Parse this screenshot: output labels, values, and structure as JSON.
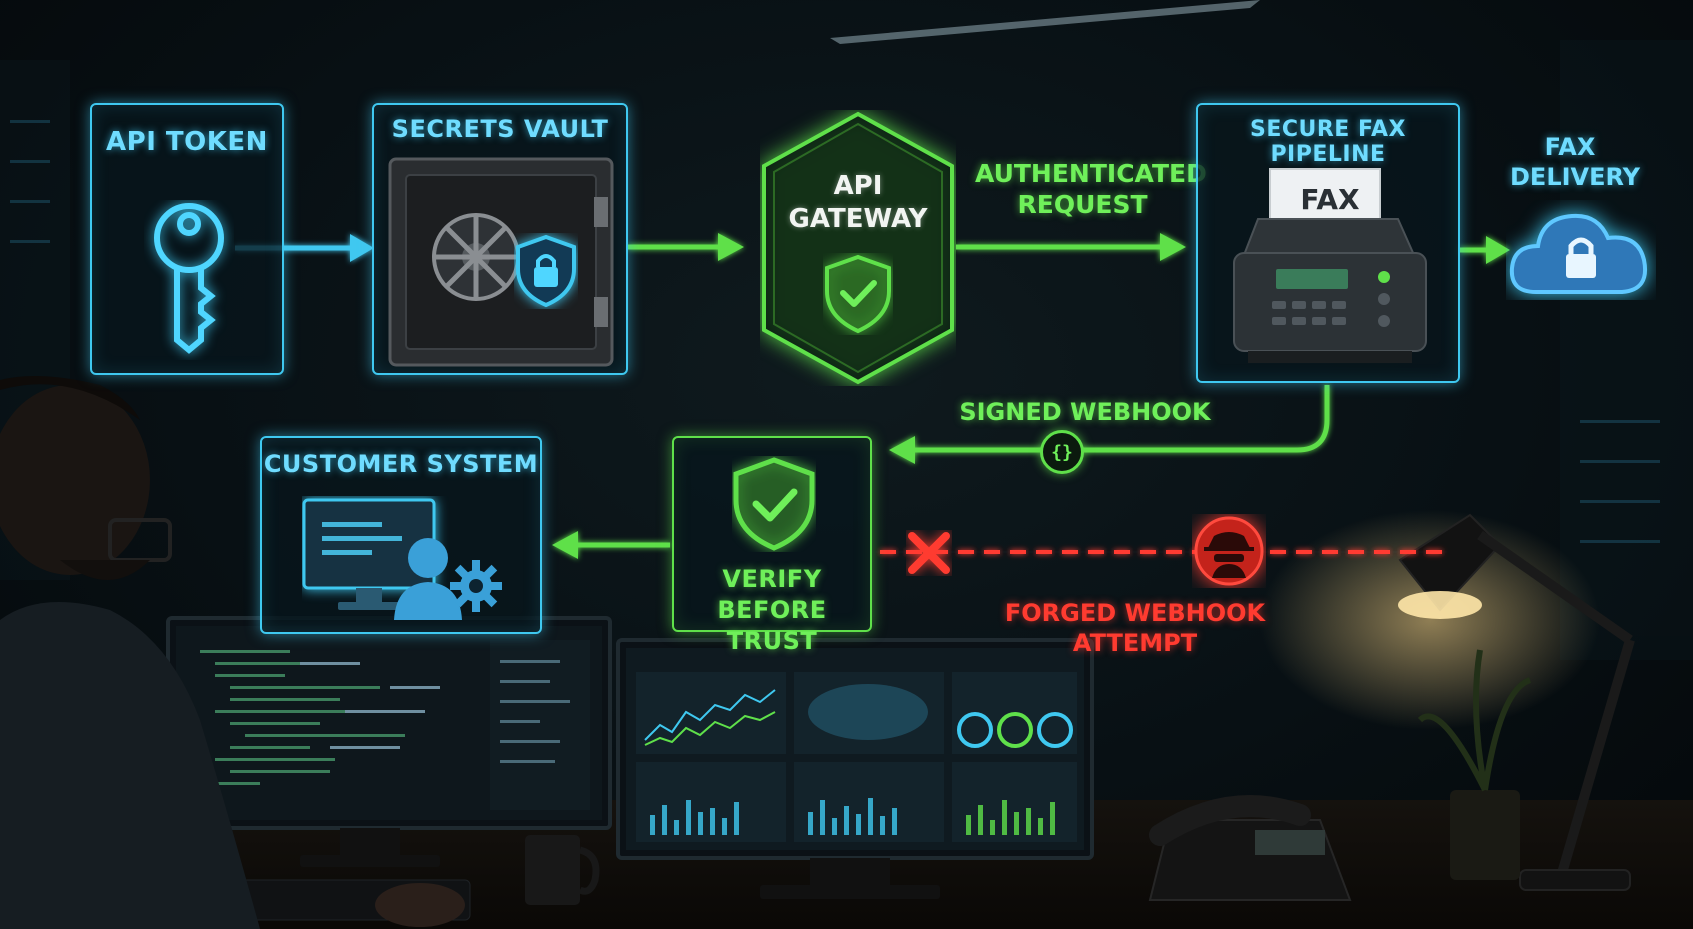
{
  "nodes": {
    "api_token": "API TOKEN",
    "secrets_vault": "SECRETS VAULT",
    "api_gateway_line1": "API",
    "api_gateway_line2": "GATEWAY",
    "secure_fax_pipeline": "SECURE FAX PIPELINE",
    "fax_paper": "FAX",
    "fax_delivery_line1": "FAX",
    "fax_delivery_line2": "DELIVERY",
    "customer_system": "CUSTOMER SYSTEM",
    "verify_line1": "VERIFY",
    "verify_line2": "BEFORE TRUST"
  },
  "edges": {
    "authenticated_request_line1": "AUTHENTICATED",
    "authenticated_request_line2": "REQUEST",
    "signed_webhook": "SIGNED WEBHOOK",
    "webhook_glyph": "{}",
    "forged_webhook_attempt": "FORGED WEBHOOK ATTEMPT"
  },
  "colors": {
    "blue": "#3fc8f0",
    "green": "#5fe04a",
    "red": "#ff3b30",
    "background": "#081014"
  },
  "icons": [
    "key-icon",
    "vault-icon",
    "shield-lock-icon",
    "shield-check-icon",
    "fax-machine-icon",
    "cloud-lock-icon",
    "monitor-user-icon",
    "gear-icon",
    "hacker-icon",
    "code-braces-icon",
    "x-mark-icon"
  ]
}
